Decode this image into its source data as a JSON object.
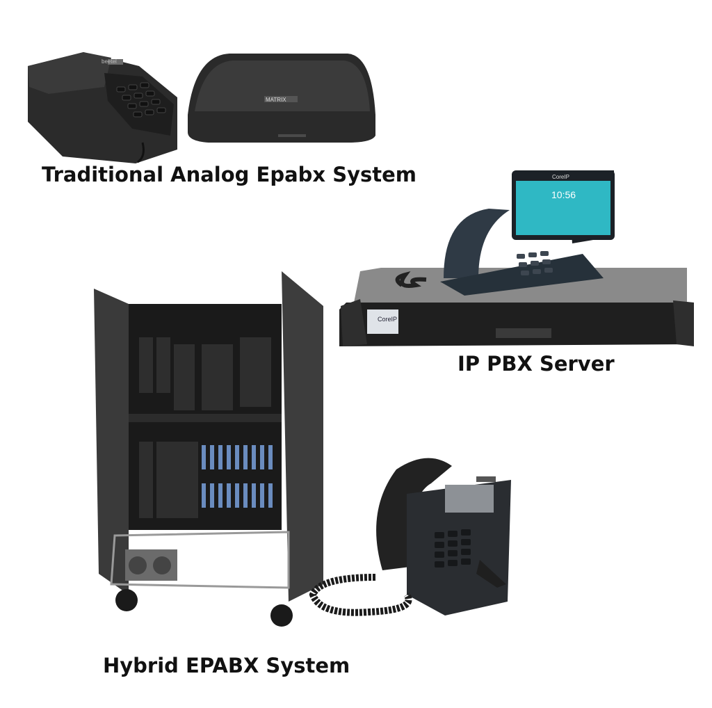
{
  "captions": {
    "analog": "Traditional Analog Epabx System",
    "ippbx": "IP PBX Server",
    "hybrid": "Hybrid EPABX System"
  },
  "device_labels": {
    "analog_phone_brand": "beetel",
    "analog_box_brand": "MATRIX",
    "touch_phone_brand": "CoreIP",
    "touch_phone_time": "10:56",
    "server_brand": "CoreIP"
  },
  "colors": {
    "background": "#ffffff",
    "device_dark": "#2a2a2a",
    "screen_teal": "#2fb8c4"
  }
}
